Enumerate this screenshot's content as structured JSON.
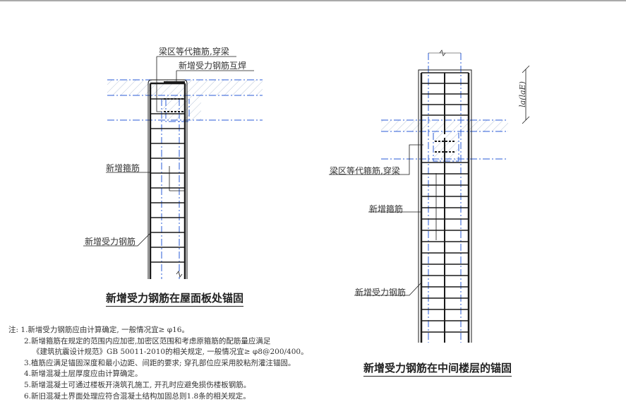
{
  "left_detail": {
    "labels": {
      "beam_stirrup": "梁区等代箍筋,穿梁",
      "weld": "新增受力钢筋互焊",
      "new_stirrup": "新增箍筋",
      "new_rebar": "新增受力钢筋"
    },
    "caption": "新增受力钢筋在屋面板处锚固"
  },
  "right_detail": {
    "labels": {
      "beam_stirrup": "梁区等代箍筋,穿梁",
      "new_stirrup": "新增箍筋",
      "new_rebar": "新增受力钢筋",
      "anchor_length": "la(laE)"
    },
    "caption": "新增受力钢筋在中间楼层的锚固"
  },
  "notes": {
    "prefix": "注:",
    "items": [
      "1.新增受力钢筋应由计算确定, 一般情况宜≥ φ16。",
      "2.新增箍筋在规定的范围内应加密,加密区范围和考虑原箍筋的配筋量应满足",
      "《建筑抗震设计规范》GB 50011-2010的相关规定, 一般情况宜≥ φ8@200/400。",
      "3.植筋应满足锚固深度和最小边距、间距的要求; 穿孔部位应采用胶粘剂灌注锚固。",
      "4.新增混凝土层厚度应由计算确定。",
      "5.新增混凝土可通过楼板开浇筑孔施工, 开孔时应避免损伤楼板钢筋。",
      "6.新旧混凝土界面处理应符合混凝土结构加固总则1.8条的相关规定。"
    ]
  },
  "colors": {
    "line": "#1a1a1a",
    "axis": "#2a5bd7",
    "hatch": "#9fb6d6"
  }
}
